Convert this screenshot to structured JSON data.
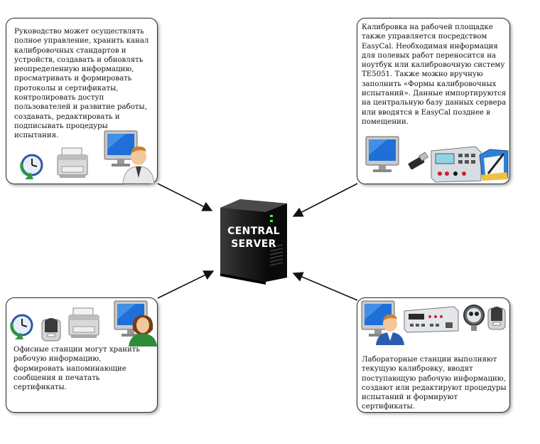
{
  "server": {
    "label_line1": "CENTRAL",
    "label_line2": "SERVER"
  },
  "boxes": {
    "management": {
      "text": "Руководство может осуществлять полное управление, хранить канал калибровочных стандартов и устройств, создавать и обновлять неопределенную информацию, просматривать и формировать протоколы и сертификаты, контролировать доступ пользователей и развитие работы, создавать, редактировать и подписывать процедуры испытания.",
      "icons": [
        "clock-arrow-icon",
        "printer-icon",
        "monitor-icon",
        "user-male-icon"
      ]
    },
    "field_calibration": {
      "text": "Калибровка на рабочей площадке также управляется посредством EasyCal. Необходимая информация для полевых работ переносится на ноутбук или калибровочную систему TE5051. Также можно вручную заполнить «Формы калибровочных испытаний». Данные импортируются на центральную базу данных сервера или вводятся в EasyCal позднее в помещении.",
      "icons": [
        "monitor-icon",
        "usb-drive-icon",
        "calibrator-device-icon",
        "folder-pen-icon"
      ]
    },
    "office_stations": {
      "text": "Офисные станции могут хранить рабочую информацию, формировать напоминающие сообщения и печатать сертификаты.",
      "icons": [
        "clock-arrow-icon",
        "label-printer-icon",
        "printer-icon",
        "monitor-icon",
        "user-female-icon"
      ]
    },
    "lab_stations": {
      "text": "Лабораторные станции выполняют текущую калибровку, вводят поступающую рабочую информацию, создают или редактируют процедуры испытаний и формируют сертификаты.",
      "icons": [
        "monitor-icon",
        "user-male-icon",
        "lab-calibrator-icon",
        "pressure-gauge-icon",
        "label-printer-icon"
      ]
    }
  },
  "colors": {
    "border": "#2b2b2b",
    "server_body": "#1a1a1a",
    "server_led": "#3cff3c",
    "monitor_screen": "#1e6fd8",
    "arrow": "#111111"
  }
}
